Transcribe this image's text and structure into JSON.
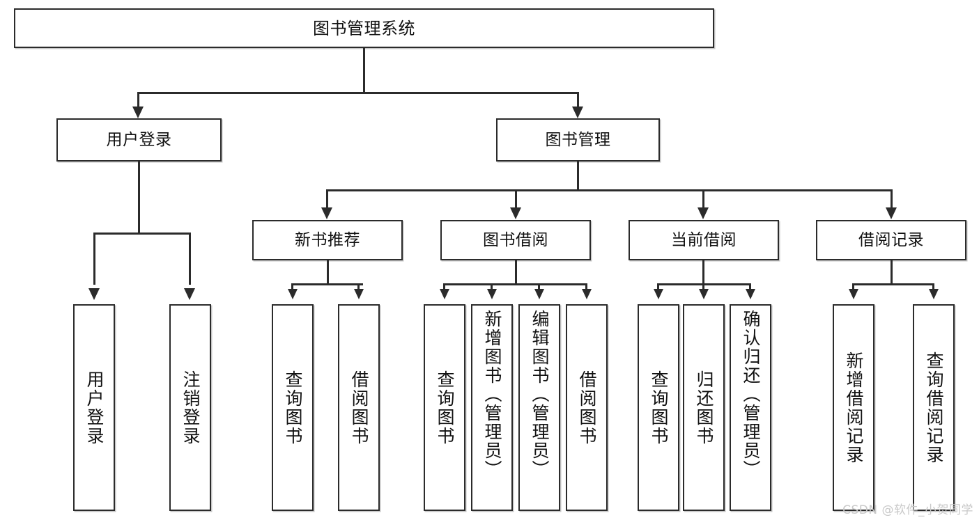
{
  "diagram": {
    "title": "图书管理系统",
    "type": "hierarchy-tree",
    "root": {
      "id": "root",
      "label": "图书管理系统"
    },
    "level2": [
      {
        "id": "user-login",
        "label": "用户登录"
      },
      {
        "id": "book-management",
        "label": "图书管理"
      }
    ],
    "level3": [
      {
        "id": "new-book-recommend",
        "label": "新书推荐"
      },
      {
        "id": "book-borrow",
        "label": "图书借阅"
      },
      {
        "id": "current-borrow",
        "label": "当前借阅"
      },
      {
        "id": "borrow-record",
        "label": "借阅记录"
      }
    ],
    "leaves": {
      "user_login": [
        {
          "id": "leaf-user-login",
          "label": "用户登录"
        },
        {
          "id": "leaf-logout",
          "label": "注销登录"
        }
      ],
      "new_book_recommend": [
        {
          "id": "leaf-query-book-1",
          "label": "查询图书"
        },
        {
          "id": "leaf-borrow-book-1",
          "label": "借阅图书"
        }
      ],
      "book_borrow": [
        {
          "id": "leaf-query-book-2",
          "label": "查询图书"
        },
        {
          "id": "leaf-add-book",
          "label": "新增图书（管理员）"
        },
        {
          "id": "leaf-edit-book",
          "label": "编辑图书（管理员）"
        },
        {
          "id": "leaf-borrow-book-2",
          "label": "借阅图书"
        }
      ],
      "current_borrow": [
        {
          "id": "leaf-query-book-3",
          "label": "查询图书"
        },
        {
          "id": "leaf-return-book",
          "label": "归还图书"
        },
        {
          "id": "leaf-confirm-return",
          "label": "确认归还（管理员）"
        }
      ],
      "borrow_record": [
        {
          "id": "leaf-add-record",
          "label": "新增借阅记录"
        },
        {
          "id": "leaf-query-record",
          "label": "查询借阅记录"
        }
      ]
    }
  },
  "watermark": {
    "text": "CSDN @软件_小贺同学"
  },
  "colors": {
    "stroke": "#2b2b2b",
    "fill": "#ffffff",
    "text": "#111111",
    "watermark": "#c9c9c9"
  }
}
